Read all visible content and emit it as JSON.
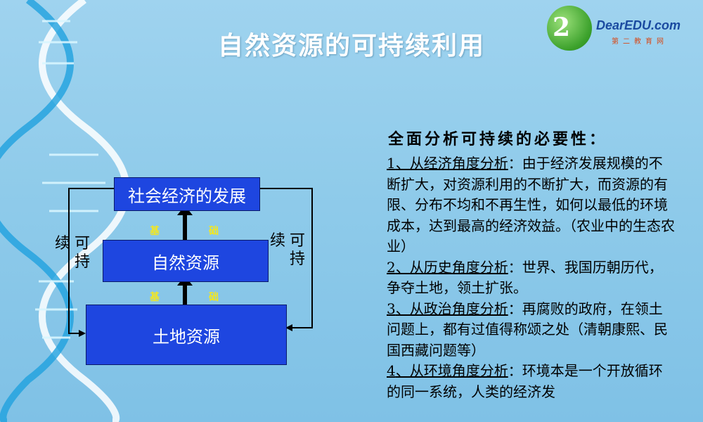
{
  "title": "自然资源的可持续利用",
  "logo": {
    "text": "DearEDU.com",
    "sub": "第二教育网",
    "mark": "2"
  },
  "diagram": {
    "box_top": "社会经济的发展",
    "box_mid": "自然资源",
    "box_bottom": "土地资源",
    "basis_upper": [
      "基",
      "础"
    ],
    "basis_lower": [
      "基",
      "础"
    ],
    "left_label": {
      "col1": [
        "续"
      ],
      "col2": [
        "可",
        "持"
      ]
    },
    "right_label": {
      "col1": [
        "续"
      ],
      "col2": [
        "可",
        "持"
      ]
    }
  },
  "panel": {
    "heading": "全面分析可持续的必要性：",
    "sections": [
      {
        "num": "1",
        "title": "、从经济角度分析",
        "text": "：由于经济发展规模的不断扩大，对资源利用的不断扩大，而资源的有限、分布不均和不再生性，如何以最低的环境成本，达到最高的经济效益。（农业中的生态农业）"
      },
      {
        "num": "2",
        "title": "、从历史角度分析",
        "text": "：世界、我国历朝历代，争夺土地，领土扩张。"
      },
      {
        "num": "3",
        "title": "、从政治角度分析",
        "text": "：再腐败的政府，在领土问题上，都有过值得称颂之处（清朝康熙、民国西藏问题等）"
      },
      {
        "num": "4",
        "title": "、从环境角度分析",
        "text": "：环境本是一个开放循环的同一系统，人类的经济发"
      }
    ]
  }
}
